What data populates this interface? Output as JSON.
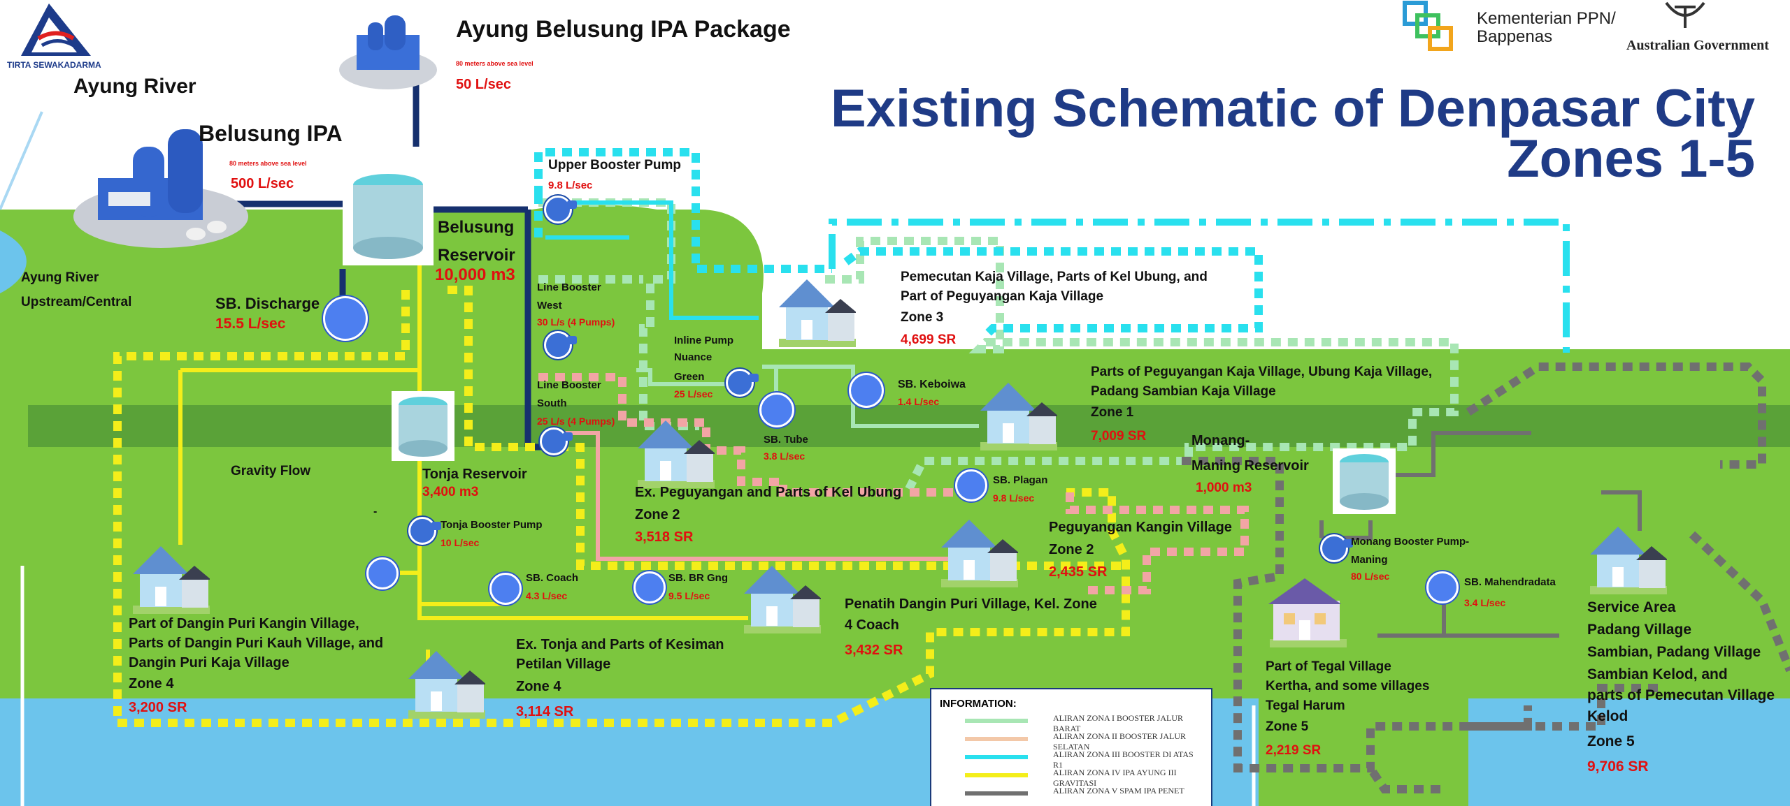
{
  "title": {
    "line1": "Existing Schematic of Denpasar City",
    "line2": "Zones 1-5"
  },
  "logos": {
    "tirta": "TIRTA SEWAKADARMA",
    "bappenas": "Kementerian PPN/\nBappenas",
    "australia": "Australian Government"
  },
  "sources": {
    "ayung_river": "Ayung River",
    "ipa_package": {
      "name": "Ayung Belusung IPA Package",
      "elev": "80 meters above sea level",
      "flow": "50 L/sec"
    },
    "belusung_ipa": {
      "name": "Belusung IPA",
      "elev": "80 meters above sea level",
      "flow": "500 L/sec"
    },
    "belusung_reservoir": {
      "name": "Belusung",
      "name2": "Reservoir",
      "cap": "10,000 m3"
    },
    "upstream": {
      "l1": "Ayung River",
      "l2": "Upstream/Central"
    },
    "sb_discharge": {
      "name": "SB. Discharge",
      "flow": "15.5 L/sec"
    }
  },
  "pumps": {
    "upper": {
      "name": "Upper Booster Pump",
      "flow": "9.8 L/sec"
    },
    "line_west": {
      "l1": "Line Booster",
      "l2": "West",
      "flow": "30 L/s (4 Pumps)"
    },
    "line_south": {
      "l1": "Line Booster",
      "l2": "South",
      "flow": "25 L/s (4 Pumps)"
    },
    "inline": {
      "l1": "Inline Pump",
      "l2": "Nuance",
      "l3": "Green",
      "flow": "25 L/sec"
    },
    "tonja": {
      "name": "Tonja Booster Pump",
      "flow": "10 L/sec"
    },
    "monang": {
      "l1": "Monang Booster Pump-",
      "l2": "Maning",
      "flow": "80 L/sec"
    }
  },
  "wells": {
    "keboiwa": {
      "name": "SB. Keboiwa",
      "flow": "1.4 L/sec"
    },
    "tube": {
      "name": "SB. Tube",
      "flow": "3.8 L/sec"
    },
    "plagan": {
      "name": "SB. Plagan",
      "flow": "9.8 L/sec"
    },
    "coach": {
      "name": "SB. Coach",
      "flow": "4.3 L/sec"
    },
    "br_gng": {
      "name": "SB. BR Gng",
      "flow": "9.5 L/sec"
    },
    "mahendradata": {
      "name": "SB. Mahendradata",
      "flow": "3.4 L/sec"
    }
  },
  "reservoirs": {
    "tonja": {
      "name": "Tonja Reservoir",
      "cap": "3,400 m3"
    },
    "monang": {
      "l1": "Monang-",
      "l2": "Maning Reservoir",
      "cap": "1,000 m3"
    }
  },
  "gravity": "Gravity Flow",
  "dash": "-",
  "zones": {
    "z3": {
      "l1": "Pemecutan Kaja Village, Parts of Kel Ubung, and",
      "l2": "Part of Peguyangan Kaja Village",
      "zone": "Zone 3",
      "sr": "4,699 SR"
    },
    "z1": {
      "l1": "Parts of Peguyangan Kaja Village, Ubung Kaja Village,",
      "l2": "Padang Sambian Kaja Village",
      "zone": "Zone 1",
      "sr": "7,009 SR"
    },
    "z2a": {
      "l1": "Ex. Peguyangan and Parts of Kel Ubung",
      "zone": "Zone 2",
      "sr": "3,518 SR"
    },
    "z2b": {
      "l1": "Peguyangan Kangin Village",
      "zone": "Zone 2",
      "sr": "2,435 SR"
    },
    "penatih": {
      "l1": "Penatih Dangin Puri Village, Kel. Zone",
      "zone": "4 Coach",
      "sr": "3,432 SR"
    },
    "z4a": {
      "l1": "Part of Dangin Puri Kangin Village,",
      "l2": "Parts of Dangin Puri Kauh Village, and",
      "l3": "Dangin Puri Kaja Village",
      "zone": "Zone 4",
      "sr": "3,200 SR"
    },
    "z4b": {
      "l1": "Ex. Tonja and Parts of Kesiman",
      "l2": "Petilan Village",
      "zone": "Zone 4",
      "sr": "3,114 SR"
    },
    "z5a": {
      "l1": "Part of Tegal Village",
      "l2": "Kertha, and some villages",
      "l3": "Tegal Harum",
      "zone": "Zone 5",
      "sr": "2,219 SR"
    },
    "z5b": {
      "l1": "Service Area",
      "l2": "Padang Village",
      "l3": "Sambian, Padang Village",
      "l4": "Sambian Kelod, and",
      "l5": "parts of Pemecutan Village",
      "l6": "Kelod",
      "zone": "Zone 5",
      "sr": "9,706 SR"
    }
  },
  "legend": {
    "title": "INFORMATION:",
    "items": [
      {
        "label": "ALIRAN ZONA I BOOSTER JALUR BARAT",
        "color": "#a8e6b4"
      },
      {
        "label": "ALIRAN ZONA II BOOSTER JALUR SELATAN",
        "color": "#f3c8a8"
      },
      {
        "label": "ALIRAN ZONA III BOOSTER DI ATAS R1",
        "color": "#29e0ee"
      },
      {
        "label": "ALIRAN ZONA IV IPA AYUNG III GRAVITASI",
        "color": "#f4ee1a"
      },
      {
        "label": "ALIRAN ZONA V SPAM IPA PENET",
        "color": "#707070"
      }
    ]
  },
  "colors": {
    "title": "#1f3b86",
    "value": "#e01010",
    "ground": "#78c43a",
    "water": "#6cc4ec",
    "pipe_main": "#16306e"
  }
}
